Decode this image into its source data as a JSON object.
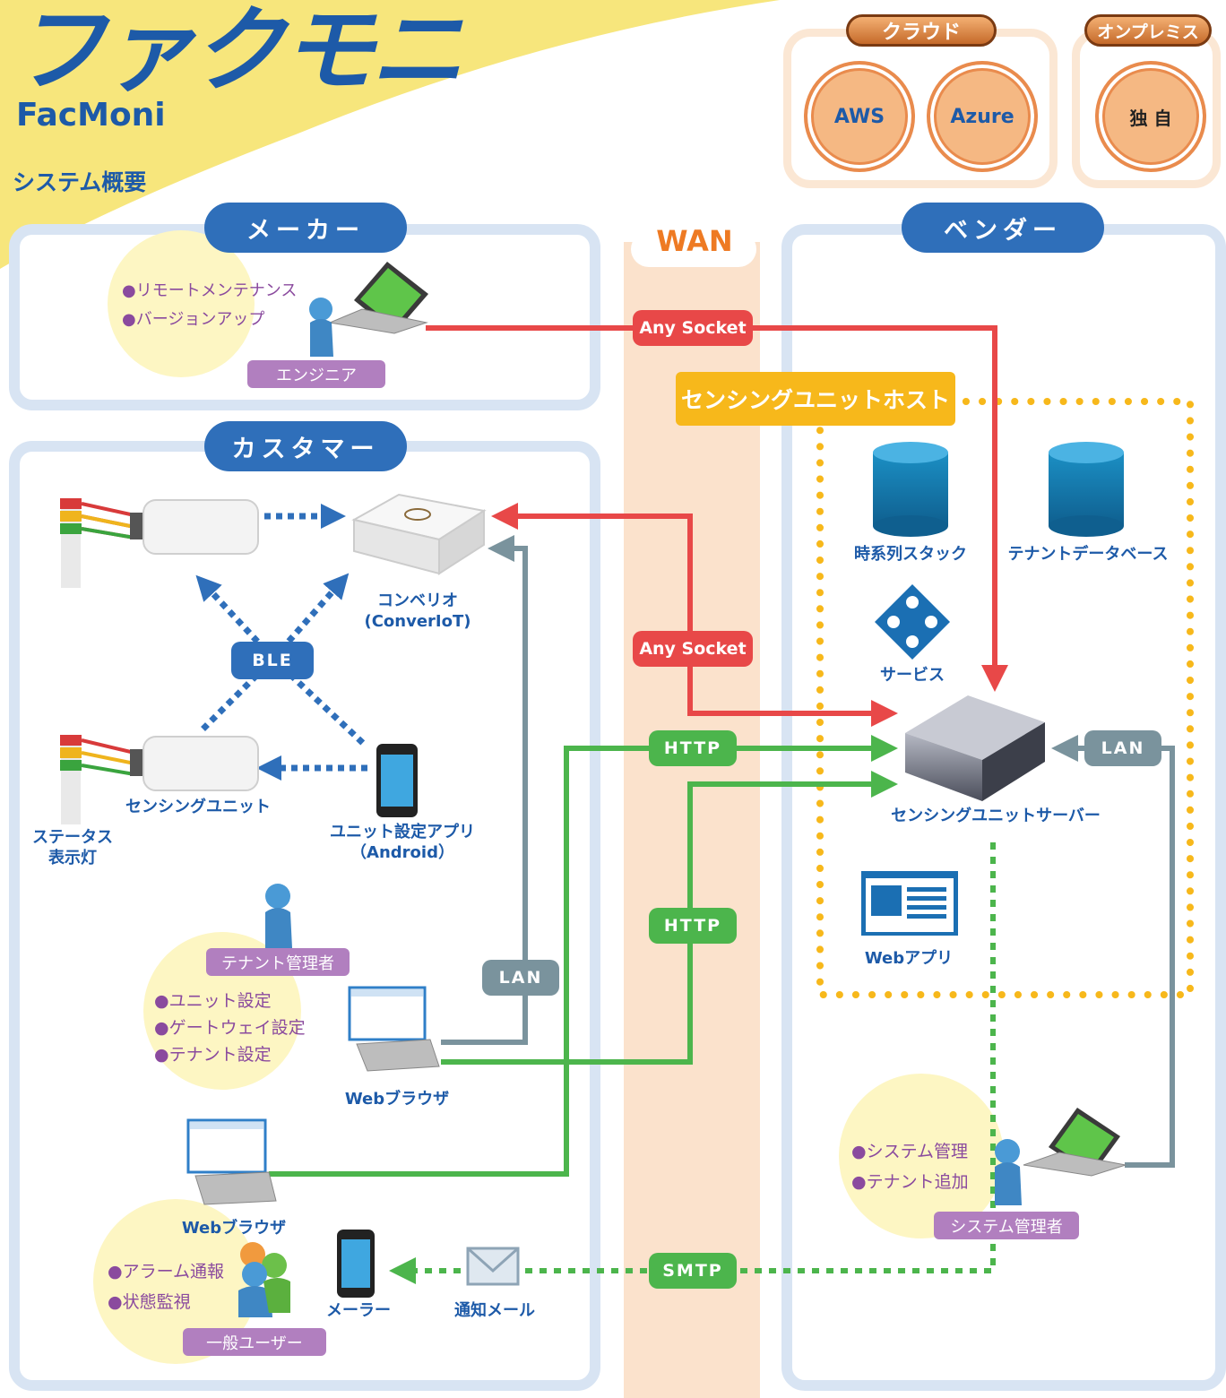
{
  "brand": {
    "title": "ファクモニ",
    "subtitle": "FacMoni",
    "overview": "システム概要"
  },
  "hosting": {
    "cloud_label": "クラウド",
    "onpremise_label": "オンプレミス",
    "cloud_items": [
      "AWS",
      "Azure"
    ],
    "onpremise_items": [
      "独 自"
    ]
  },
  "zones": {
    "maker": "メーカー",
    "customer": "カスタマー",
    "vendor": "ベンダー",
    "wan": "WAN"
  },
  "maker": {
    "bullets": [
      "●リモートメンテナンス",
      "●バージョンアップ"
    ],
    "role": "エンジニア"
  },
  "connections": {
    "any_socket_top": "Any Socket",
    "any_socket_mid": "Any Socket",
    "http_1": "HTTP",
    "http_2": "HTTP",
    "lan_customer": "LAN",
    "lan_vendor": "LAN",
    "smtp": "SMTP",
    "ble": "BLE"
  },
  "host": {
    "title": "センシングユニットホスト",
    "timeseries": "時系列スタック",
    "tenant_db": "テナントデータベース",
    "service": "サービス",
    "webapp": "Webアプリ",
    "server": "センシングユニットサーバー"
  },
  "customer": {
    "gateway_line1": "コンベリオ",
    "gateway_line2": "(ConverIoT)",
    "sensing_unit": "センシングユニット",
    "status_light_line1": "ステータス",
    "status_light_line2": "表示灯",
    "app_line1": "ユニット設定アプリ",
    "app_line2": "（Android）",
    "tenant_admin": {
      "role": "テナント管理者",
      "bullets": [
        "●ユニット設定",
        "●ゲートウェイ設定",
        "●テナント設定"
      ],
      "browser": "Webブラウザ"
    },
    "general_user": {
      "browser": "Webブラウザ",
      "role": "一般ユーザー",
      "bullets": [
        "●アラーム通報",
        "●状態監視"
      ],
      "mailer": "メーラー",
      "notify_mail": "通知メール"
    }
  },
  "vendor": {
    "bullets": [
      "●システム管理",
      "●テナント追加"
    ],
    "role": "システム管理者"
  }
}
